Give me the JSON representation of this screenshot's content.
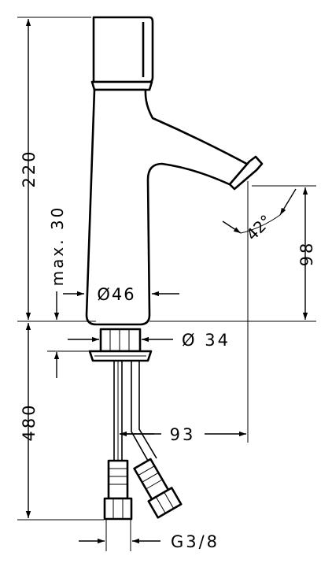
{
  "dimensions": {
    "height_total": "220",
    "max_height": "max. 30",
    "body_diameter": "Ø46",
    "shank_diameter": "Ø 34",
    "hose_length": "480",
    "spout_height": "98",
    "spout_angle": "42°",
    "spout_reach": "93",
    "connection_thread": "G3/8"
  }
}
